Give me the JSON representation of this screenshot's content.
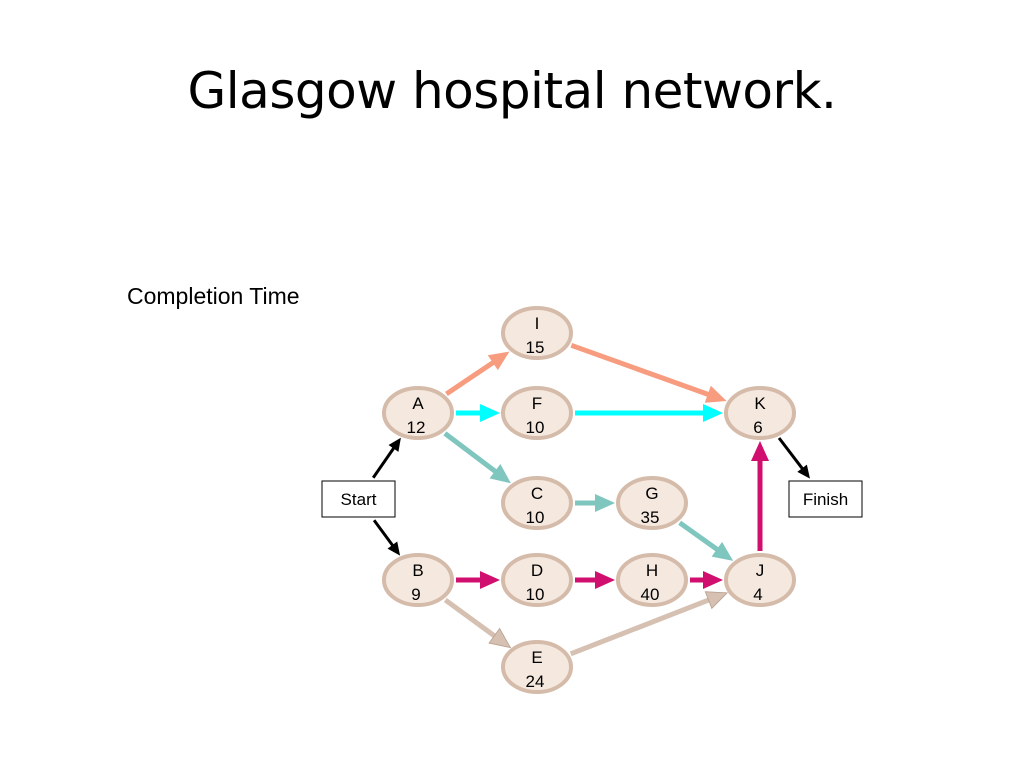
{
  "title": "Glasgow hospital network.",
  "subtitle": "Completion Time",
  "colors": {
    "node_fill": "#f5e8df",
    "node_stroke": "#d5bba9",
    "salmon": "#f79c7f",
    "cyan": "#00ffff",
    "teal": "#7fc6bf",
    "magenta": "#d10f6e",
    "tan": "#d5c0b1",
    "black": "#000000"
  },
  "terminals": [
    {
      "id": "start",
      "label": "Start"
    },
    {
      "id": "finish",
      "label": "Finish"
    }
  ],
  "nodes": [
    {
      "id": "A",
      "label": "A",
      "duration": "12"
    },
    {
      "id": "B",
      "label": "B",
      "duration": "9"
    },
    {
      "id": "C",
      "label": "C",
      "duration": "10"
    },
    {
      "id": "D",
      "label": "D",
      "duration": "10"
    },
    {
      "id": "E",
      "label": "E",
      "duration": "24"
    },
    {
      "id": "F",
      "label": "F",
      "duration": "10"
    },
    {
      "id": "G",
      "label": "G",
      "duration": "35"
    },
    {
      "id": "H",
      "label": "H",
      "duration": "40"
    },
    {
      "id": "I",
      "label": "I",
      "duration": "15"
    },
    {
      "id": "J",
      "label": "J",
      "duration": "4"
    },
    {
      "id": "K",
      "label": "K",
      "duration": "6"
    }
  ],
  "edges": [
    {
      "from": "start",
      "to": "A",
      "color": "black"
    },
    {
      "from": "start",
      "to": "B",
      "color": "black"
    },
    {
      "from": "A",
      "to": "I",
      "color": "salmon"
    },
    {
      "from": "A",
      "to": "F",
      "color": "cyan"
    },
    {
      "from": "A",
      "to": "C",
      "color": "teal"
    },
    {
      "from": "I",
      "to": "K",
      "color": "salmon"
    },
    {
      "from": "F",
      "to": "K",
      "color": "cyan"
    },
    {
      "from": "C",
      "to": "G",
      "color": "teal"
    },
    {
      "from": "G",
      "to": "J",
      "color": "teal"
    },
    {
      "from": "B",
      "to": "D",
      "color": "magenta"
    },
    {
      "from": "D",
      "to": "H",
      "color": "magenta"
    },
    {
      "from": "H",
      "to": "J",
      "color": "magenta"
    },
    {
      "from": "J",
      "to": "K",
      "color": "magenta"
    },
    {
      "from": "B",
      "to": "E",
      "color": "tan"
    },
    {
      "from": "E",
      "to": "J",
      "color": "tan"
    },
    {
      "from": "K",
      "to": "finish",
      "color": "black"
    }
  ]
}
